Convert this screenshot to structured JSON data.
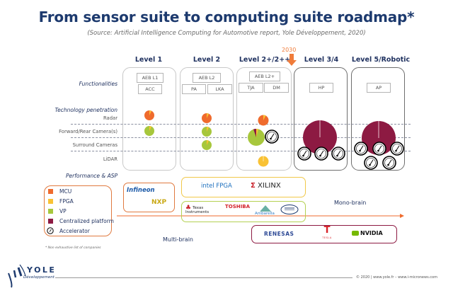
{
  "header": {
    "title": "From sensor suite to computing suite roadmap*",
    "subtitle": "(Source: Artificial Intelligence Computing for Automotive report, Yole Développement, 2020)"
  },
  "levels": [
    {
      "label": "Level 1",
      "functionalities": [
        "AEB L1",
        "ACC"
      ]
    },
    {
      "label": "Level 2",
      "functionalities": [
        "AEB L2",
        "PA",
        "LKA"
      ]
    },
    {
      "label": "Level 2+/2++",
      "functionalities": [
        "AEB L2+",
        "TJA",
        "DM"
      ]
    },
    {
      "label": "Level 3/4",
      "functionalities": [
        "HP"
      ]
    },
    {
      "label": "Level 5/Robotic",
      "functionalities": [
        "AP"
      ]
    }
  ],
  "marker": {
    "year": "2030",
    "color": "#f07c3a"
  },
  "rows": {
    "functionalities": "Functionalities",
    "technology_penetration": "Technology penetration",
    "radar": "Radar",
    "camera": "Forward/Rear Camera(s)",
    "surround": "Surround Cameras",
    "lidar": "LiDAR",
    "performance": "Performance & ASP"
  },
  "penetration": {
    "level1": {
      "radar": "MCU",
      "camera": "VP"
    },
    "level2": {
      "radar": "MCU",
      "camera": "VP",
      "surround": "VP"
    },
    "level2plus": {
      "radar": "MCU",
      "camera": "VP + accelerator",
      "lidar": "FPGA"
    },
    "level34": {
      "platform": "Centralized platform",
      "accelerators": 3
    },
    "level5": {
      "platform": "Centralized platform",
      "accelerators": 5
    }
  },
  "legend": {
    "items": [
      {
        "label": "MCU",
        "color": "#ef6b2d"
      },
      {
        "label": "FPGA",
        "color": "#f9c234"
      },
      {
        "label": "VP",
        "color": "#a7c73c"
      },
      {
        "label": "Centralized platform",
        "color": "#8d1a42"
      },
      {
        "label": "Accelerator",
        "color": "#000000"
      }
    ]
  },
  "vendors": {
    "mcu": [
      "Infineon",
      "NXP"
    ],
    "fpga": [
      "intel FPGA",
      "XILINX"
    ],
    "vp": [
      "Texas Instruments",
      "TOSHIBA",
      "Ambarella",
      "Mobileye"
    ],
    "centralized": [
      "RENESAS",
      "TESLA",
      "NVIDIA"
    ]
  },
  "labels": {
    "multi_brain": "Multi-brain",
    "mono_brain": "Mono-brain",
    "note": "* Non exhaustive list of companies"
  },
  "footer": {
    "logo_main": "YOLE",
    "logo_sub": "Développement",
    "copyright": "© 2020 | www.yole.fr – www.i-micronews.com"
  }
}
